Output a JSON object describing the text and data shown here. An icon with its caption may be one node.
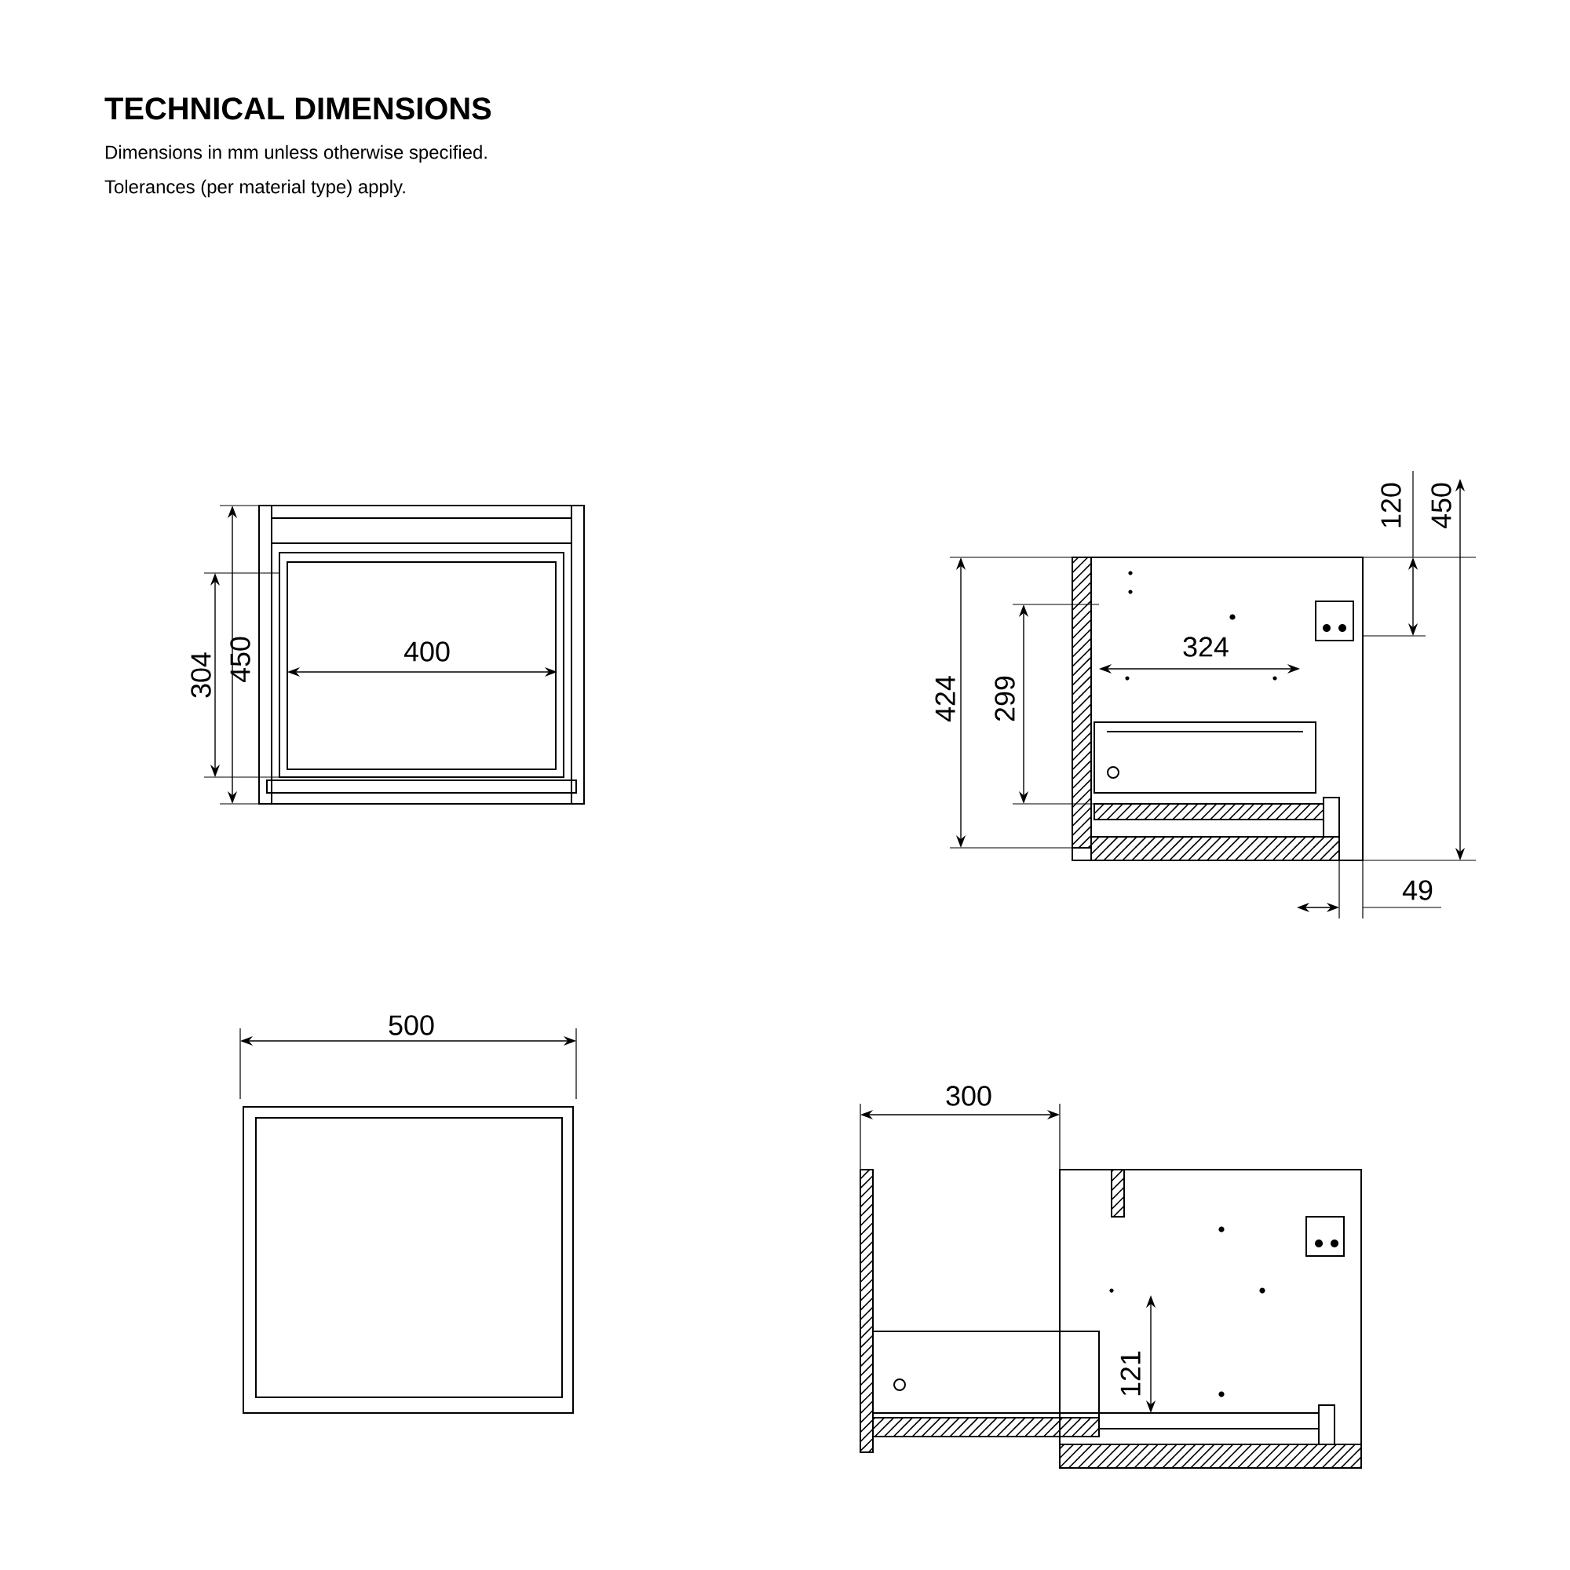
{
  "diagram": {
    "title": "TECHNICAL DIMENSIONS",
    "labels": [
      "Dimensions in mm unless otherwise specified.",
      "Tolerances (per material type) apply.",
      "304",
      "450",
      "400",
      "120",
      "450",
      "424",
      "299",
      "324",
      "49",
      "500",
      "300",
      "121"
    ]
  }
}
